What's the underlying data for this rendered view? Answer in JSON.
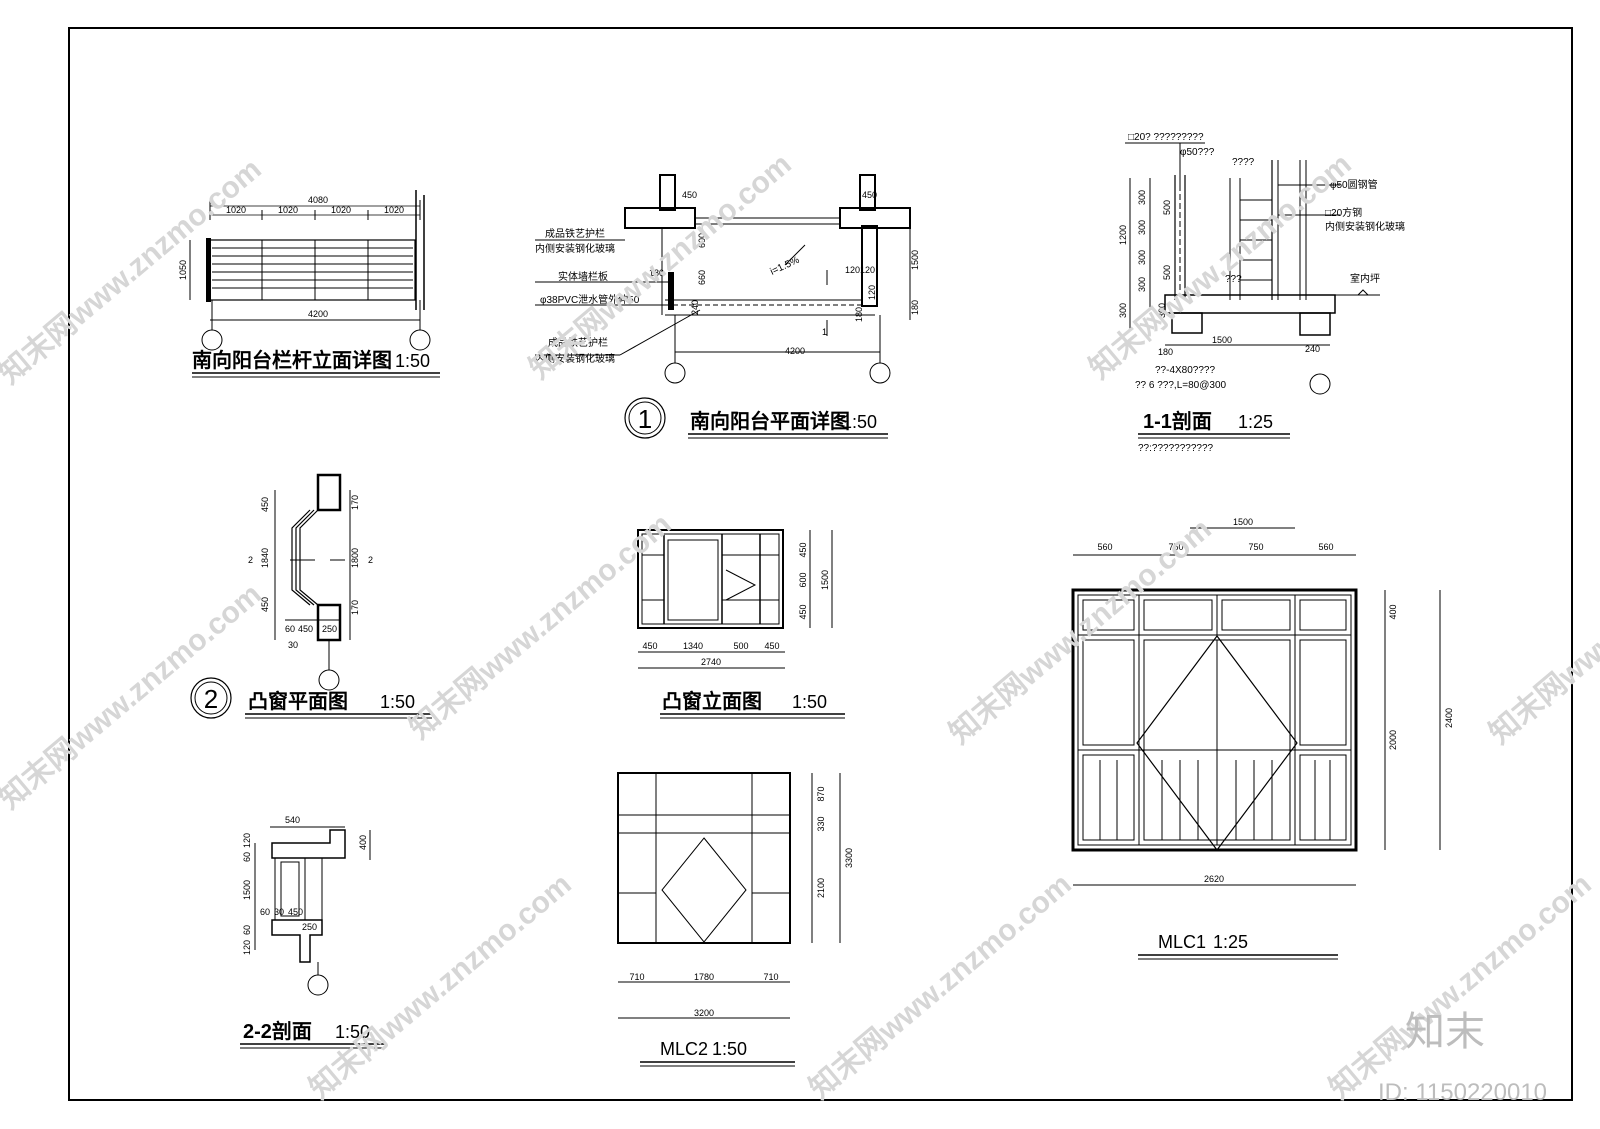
{
  "sheet_title": "",
  "drawings": {
    "balcony_railing_elevation": {
      "title": "南向阳台栏杆立面详图",
      "scale": "1:50",
      "dims": [
        "4080",
        "1020",
        "1020",
        "1020",
        "1020",
        "1050",
        "4200"
      ]
    },
    "balcony_plan": {
      "title": "南向阳台平面详图",
      "scale": "1:50",
      "callout": "1",
      "notes": [
        "成品铁艺护栏",
        "内侧安装钢化玻璃",
        "实体墙栏板",
        "φ38PVC泄水管外伸50",
        "成品铁艺护栏",
        "内侧安装钢化玻璃"
      ],
      "slope": "i=1.5%",
      "dims": [
        "450",
        "450",
        "600",
        "660",
        "180",
        "1500",
        "120",
        "120",
        "180",
        "240",
        "4200",
        "120",
        "180",
        "1"
      ]
    },
    "section_1_1": {
      "title": "1-1剖面",
      "scale": "1:25",
      "notes": [
        "□20? ?????????",
        "φ50???",
        "????",
        "φ50圆钢管",
        "□20方钢",
        "内侧安装钢化玻璃",
        "室内坪",
        "???",
        "??-4X80????",
        "?? 6 ???,L=80@300"
      ],
      "footnote": "??:???????????",
      "dims": [
        "300",
        "300",
        "300",
        "1200",
        "300",
        "300",
        "500",
        "500",
        "300",
        "180",
        "1500",
        "240"
      ]
    },
    "bay_window_plan": {
      "title": "凸窗平面图",
      "scale": "1:50",
      "callout": "2",
      "dims": [
        "450",
        "1840",
        "450",
        "170",
        "1800",
        "170",
        "60",
        "450",
        "30",
        "250",
        "2",
        "2"
      ]
    },
    "bay_window_elevation": {
      "title": "凸窗立面图",
      "scale": "1:50",
      "dims": [
        "450",
        "1340",
        "500",
        "450",
        "2740",
        "450",
        "600",
        "450",
        "1500"
      ]
    },
    "section_2_2": {
      "title": "2-2剖面",
      "scale": "1:50",
      "dims": [
        "540",
        "60",
        "120",
        "400",
        "1500",
        "60",
        "30",
        "450",
        "250",
        "120",
        "60"
      ]
    },
    "mlc2": {
      "title": "MLC2",
      "scale": "1:50",
      "dims": [
        "870",
        "330",
        "2100",
        "3300",
        "710",
        "1780",
        "710",
        "3200"
      ]
    },
    "mlc1": {
      "title": "MLC1",
      "scale": "1:25",
      "dims": [
        "1500",
        "560",
        "750",
        "750",
        "560",
        "400",
        "2000",
        "2400",
        "2620"
      ]
    }
  },
  "watermark": {
    "text": "知末网www.znzmo.com",
    "brand": "知末",
    "id_label": "ID: 1150220010"
  }
}
